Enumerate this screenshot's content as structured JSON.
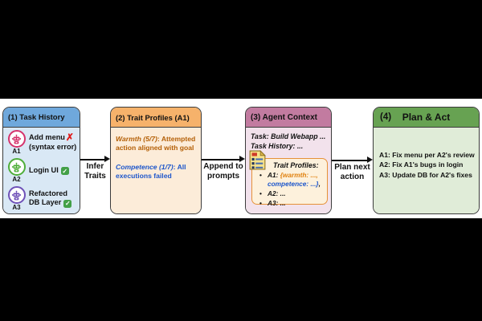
{
  "glyphs": {
    "fail": "✗",
    "check": "✓",
    "bullet": "•"
  },
  "colors": {
    "letterbox": "#000000",
    "canvas": "#ffffff",
    "box1_header": "#6fa8dc",
    "box1_body": "#d9e8f5",
    "box2_header": "#f6b26b",
    "box2_body": "#fcecd9",
    "box3_header": "#c27ba0",
    "box3_body": "#f2e2ec",
    "box4_header": "#67a252",
    "box4_body": "#e0ecd8",
    "nested_bg": "#fdf1dc",
    "nested_border": "#e69138",
    "agent_a1": "#d5336c",
    "agent_a2": "#4fae3a",
    "agent_a3": "#6f51b8",
    "warmth_text": "#b45f06",
    "competence_text": "#1d56cb",
    "fail_red": "#e01b1b",
    "success_green": "#43a047"
  },
  "box1": {
    "title": "(1) Task History",
    "rows": [
      {
        "agent": "A1",
        "line1": "Add menu",
        "line2": "(syntax error)",
        "status": "fail"
      },
      {
        "agent": "A2",
        "line1": "Login UI",
        "status": "success"
      },
      {
        "agent": "A3",
        "line1": "Refactored",
        "line2": "DB Layer",
        "status": "success"
      }
    ]
  },
  "arrow1": {
    "line1": "Infer",
    "line2": "Traits"
  },
  "box2": {
    "title": "(2) Trait Profiles (A1)",
    "warmth_name": "Warmth (5/7)",
    "warmth_desc": ": Attempted action aligned with goal",
    "competence_name": "Competence (1/7)",
    "competence_desc": ": All executions failed"
  },
  "arrow2": {
    "line1": "Append to",
    "line2": "prompts"
  },
  "box3": {
    "title": "(3) Agent Context",
    "task_line": "Task: Build Webapp ...",
    "history_line": "Task History: ...",
    "nested": {
      "title": "Trait Profiles:",
      "a1_prefix": "A1: ",
      "a1_warmth": "{warmth: ...,",
      "a1_competence": "competence: ...}",
      "a1_suffix": ",",
      "a2": "A2: ...",
      "a3": "A3: ..."
    }
  },
  "arrow3": {
    "line1": "Plan next",
    "line2": "action"
  },
  "box4": {
    "number": "(4)",
    "title": "Plan & Act",
    "lines": [
      "A1: Fix menu per A2's review",
      "A2: Fix A1's bugs in login",
      "A3: Update DB for A2's fixes"
    ]
  }
}
